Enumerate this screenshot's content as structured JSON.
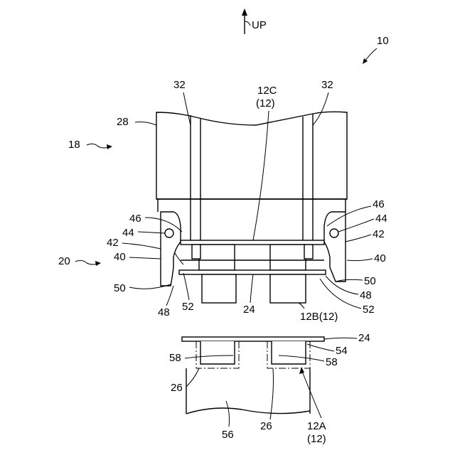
{
  "direction": {
    "arrow_icon": "up-arrow-icon",
    "label": "UP"
  },
  "labels": {
    "fig_ref": "10",
    "camera_unit": "18",
    "assembly": "20",
    "l28": "28",
    "l32_left": "32",
    "l32_right": "32",
    "l12c_a": "12C",
    "l12c_b": "(12)",
    "l46_left": "46",
    "l46_right": "46",
    "l44_left": "44",
    "l44_right": "44",
    "l42_left": "42",
    "l42_right": "42",
    "l40_left": "40",
    "l40_right": "40",
    "l50_left": "50",
    "l50_right": "50",
    "l48_left": "48",
    "l48_right": "48",
    "l52_left": "52",
    "l52_right": "52",
    "l24_top": "24",
    "l24_bottom": "24",
    "l12b": "12B(12)",
    "l54": "54",
    "l58_left": "58",
    "l58_right": "58",
    "l26_left": "26",
    "l26_center": "26",
    "l56": "56",
    "l12a_a": "12A",
    "l12a_b": "(12)"
  }
}
